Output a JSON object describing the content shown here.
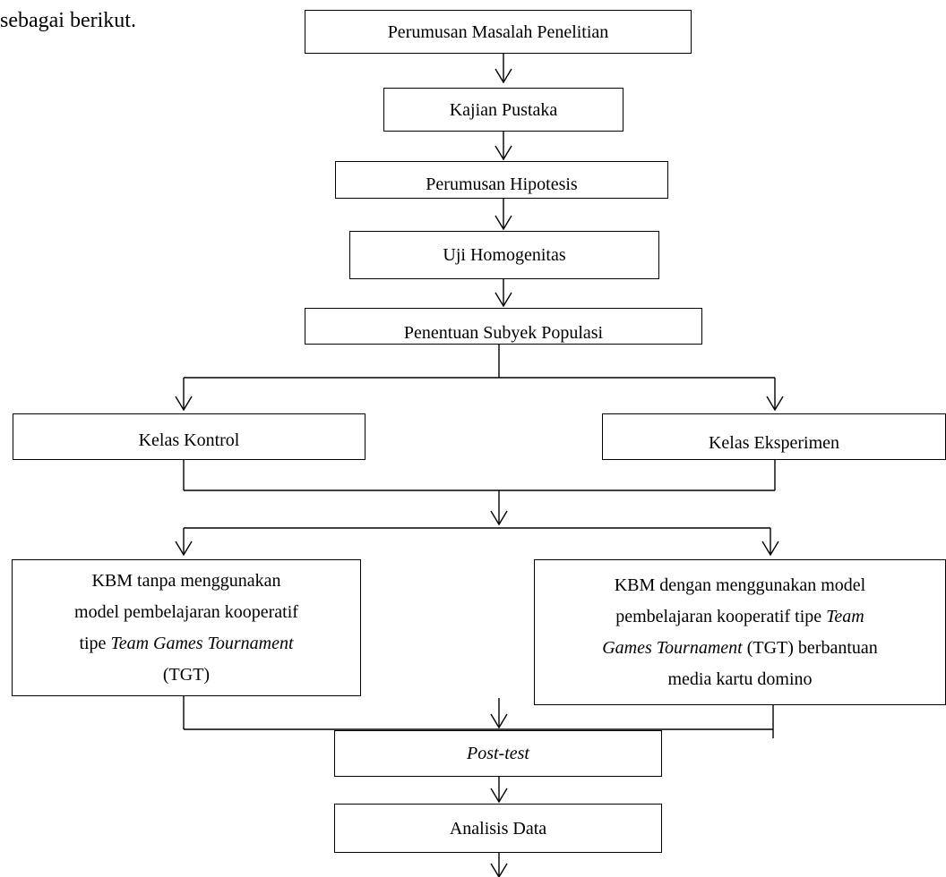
{
  "intro_text": "sebagai berikut.",
  "steps": {
    "rumusan_masalah": "Perumusan Masalah Penelitian",
    "kajian_pustaka": "Kajian Pustaka",
    "hipotesis": "Perumusan Hipotesis",
    "homogenitas": "Uji Homogenitas",
    "subyek_populasi": "Penentuan Subyek Populasi",
    "kelas_kontrol": "Kelas Kontrol",
    "kelas_eksperimen": "Kelas Eksperimen",
    "posttest": "Post-test",
    "analisis": "Analisis Data"
  },
  "kbm_kontrol": {
    "line1": "KBM tanpa menggunakan",
    "line2": "model pembelajaran kooperatif",
    "line3_pre": "tipe ",
    "line3_em": "Team Games Tournament",
    "line4": "(TGT)"
  },
  "kbm_eksperimen": {
    "line1": "KBM dengan menggunakan model",
    "line2_pre": "pembelajaran kooperatif tipe ",
    "line2_em": "Team",
    "line3_em": "Games Tournament",
    "line3_post": " (TGT) berbantuan",
    "line4": "media kartu domino"
  }
}
